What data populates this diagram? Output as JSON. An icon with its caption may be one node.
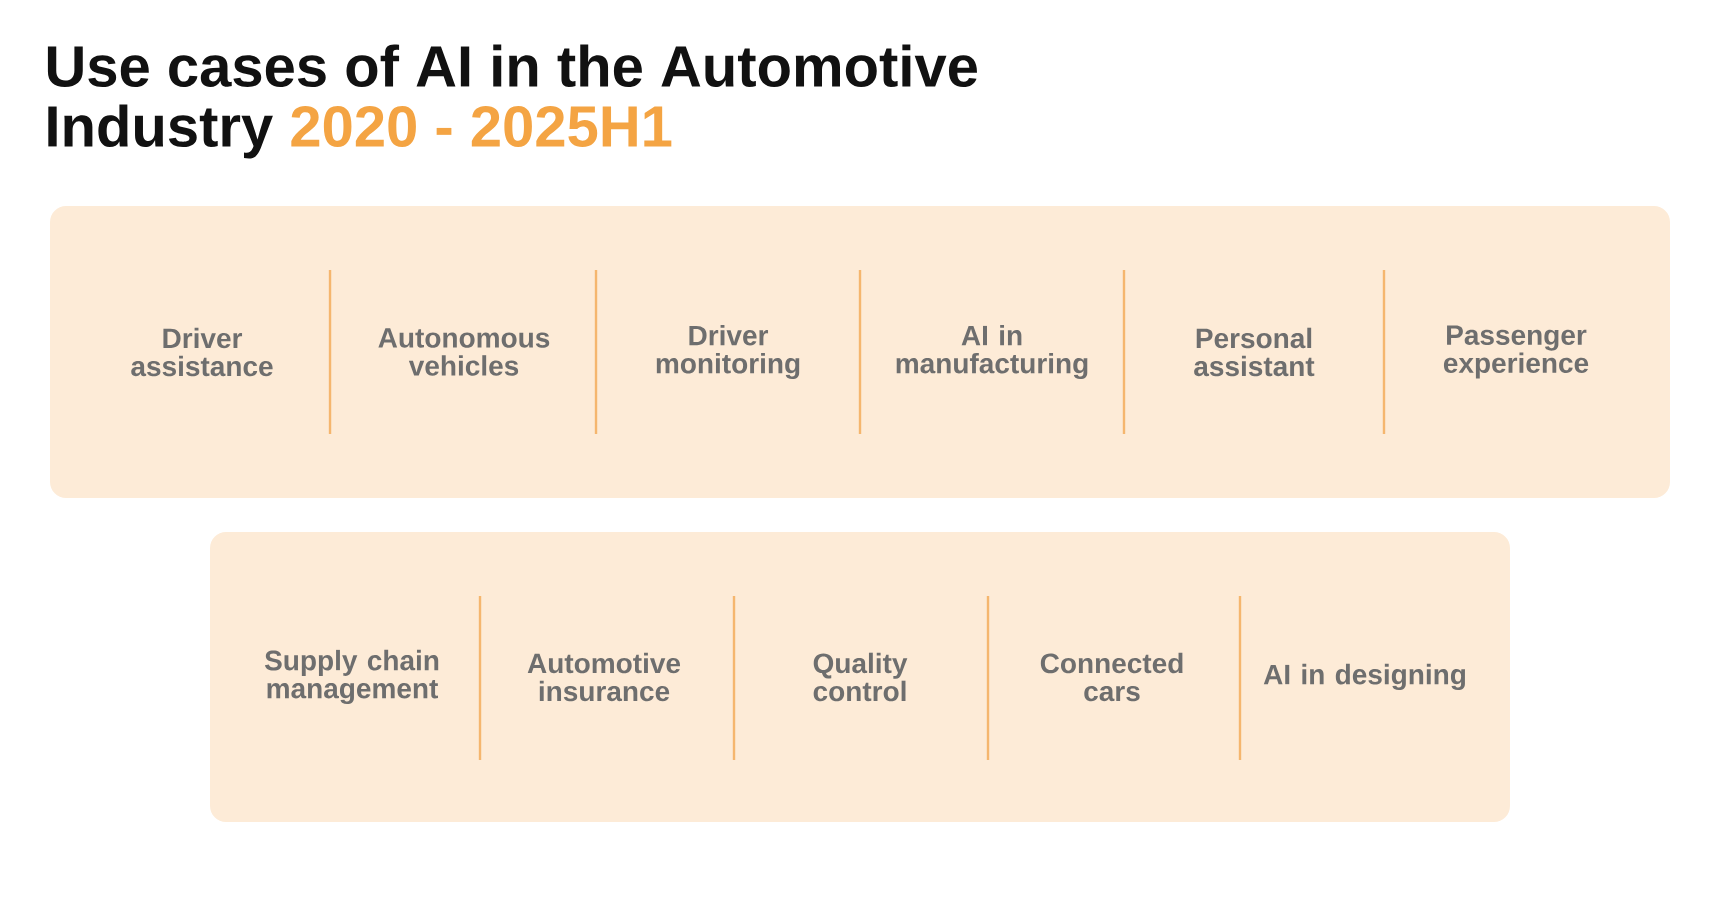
{
  "diagram": {
    "title": "Use cases of AI in the Automotive Industry",
    "nodes": [
      {
        "text": [
          "Driver assistance",
          "Autonomous vehicles",
          "Driver monitoring",
          "AI in manufacturing",
          "Personal assistant",
          "Passenger experience"
        ]
      },
      {
        "text": [
          "Supply chain management",
          "Automotive insurance",
          "Quality control",
          "Connected cars",
          "AI in designing"
        ]
      }
    ],
    "labels": [
      "2020 - 2025H1"
    ]
  }
}
